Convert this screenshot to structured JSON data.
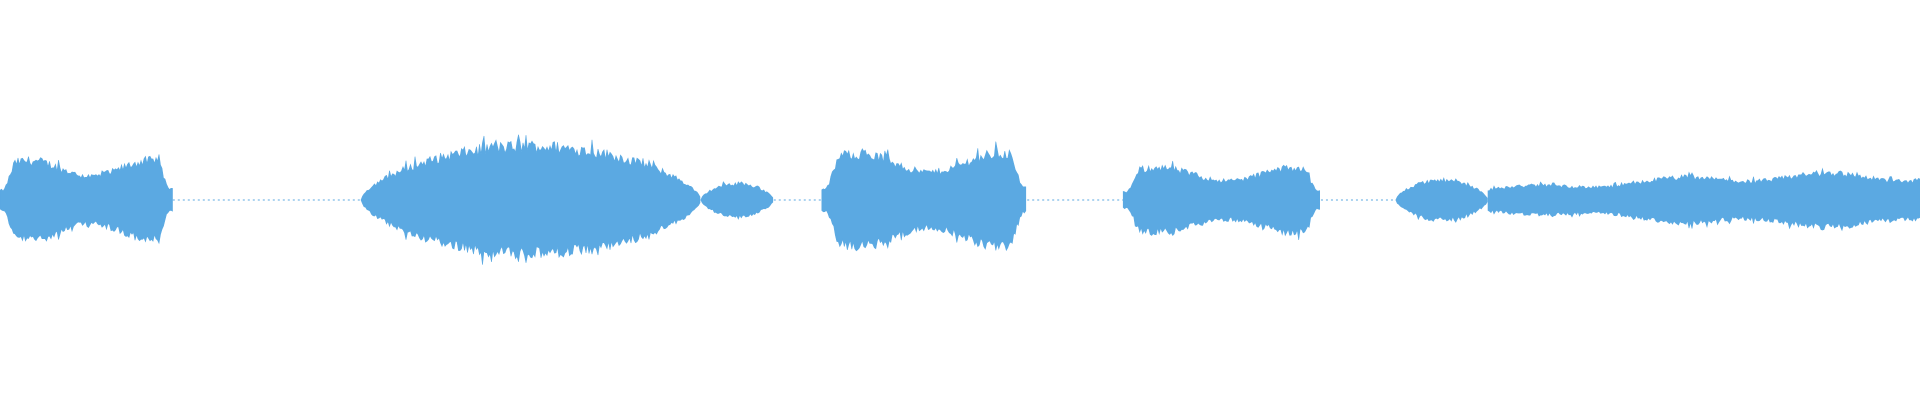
{
  "waveform": {
    "color": "#5ba9e2",
    "background": "#ffffff",
    "duration_fraction_segments": [
      {
        "start": 0.0,
        "end": 0.09,
        "amplitude": 0.22,
        "variation": "flat-noisy"
      },
      {
        "start": 0.09,
        "end": 0.188,
        "amplitude": 0.004,
        "variation": "silence"
      },
      {
        "start": 0.188,
        "end": 0.365,
        "amplitude": 0.3,
        "variation": "swell"
      },
      {
        "start": 0.365,
        "end": 0.403,
        "amplitude": 0.09,
        "variation": "swell"
      },
      {
        "start": 0.403,
        "end": 0.428,
        "amplitude": 0.004,
        "variation": "silence"
      },
      {
        "start": 0.428,
        "end": 0.535,
        "amplitude": 0.26,
        "variation": "flat-noisy"
      },
      {
        "start": 0.535,
        "end": 0.585,
        "amplitude": 0.004,
        "variation": "silence"
      },
      {
        "start": 0.585,
        "end": 0.688,
        "amplitude": 0.18,
        "variation": "flat-noisy"
      },
      {
        "start": 0.688,
        "end": 0.727,
        "amplitude": 0.004,
        "variation": "silence"
      },
      {
        "start": 0.727,
        "end": 0.775,
        "amplitude": 0.11,
        "variation": "swell"
      },
      {
        "start": 0.775,
        "end": 1.0,
        "amplitude": 0.15,
        "variation": "rising"
      }
    ]
  }
}
